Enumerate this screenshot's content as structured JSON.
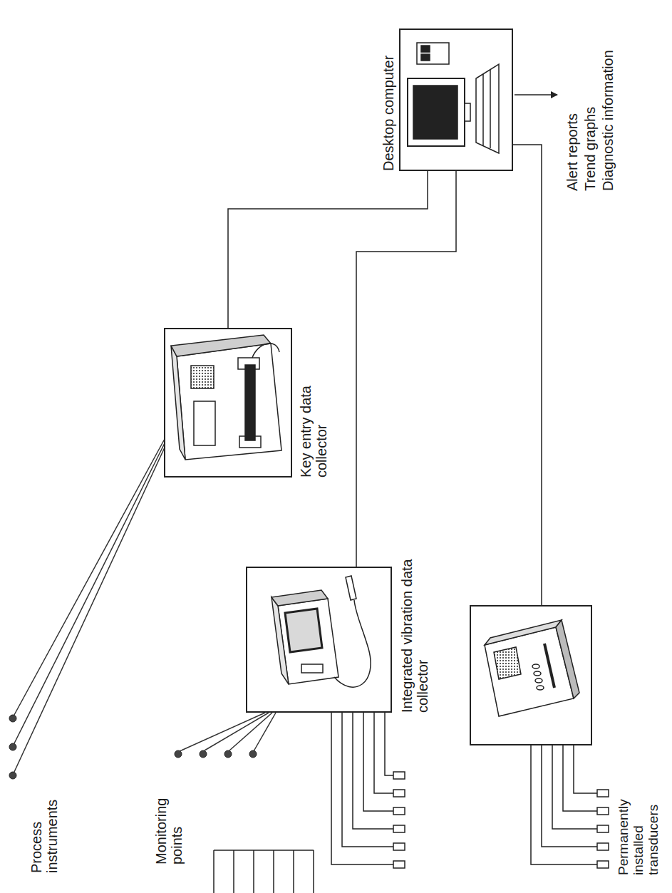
{
  "diagram": {
    "nodes": [
      {
        "text": [
          "Key entry data collector"
        ]
      },
      {
        "text": [
          "Integrated vibration data collector"
        ]
      },
      {
        "text": [
          "Desktop computer"
        ]
      }
    ],
    "edges": [
      {
        "from": 0,
        "to": 2,
        "arrow": "none"
      },
      {
        "from": 1,
        "to": 2,
        "arrow": "none"
      }
    ],
    "labels": [
      "Process instruments",
      "Monitoring points",
      "Permanently installed transducers",
      "Alert reports",
      "Trend graphs",
      "Diagnostic information"
    ]
  }
}
